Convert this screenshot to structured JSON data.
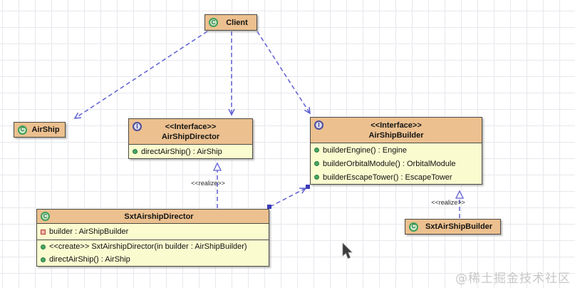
{
  "canvas": {
    "watermark": "@稀土掘金技术社区"
  },
  "colors": {
    "header_bg": "#ecc08f",
    "body_bg": "#fbfbd0",
    "border": "#4b4b44",
    "arrow": "#5f5fd3",
    "class_icon_green": "#3f9e5a",
    "interface_icon_indigo": "#4d4d99",
    "field_icon_red": "#b23a2f"
  },
  "icons": {
    "class_letter": "C",
    "interface_letter": "I"
  },
  "nodes": {
    "client": {
      "kind": "class",
      "name": "Client"
    },
    "airship": {
      "kind": "class",
      "name": "AirShip"
    },
    "airshipdirector": {
      "kind": "interface",
      "stereotype": "<<Interface>>",
      "name": "AirShipDirector",
      "methods": [
        "directAirShip() : AirShip"
      ]
    },
    "airshipbuilder": {
      "kind": "interface",
      "stereotype": "<<Interface>>",
      "name": "AirShipBuilder",
      "methods": [
        "builderEngine() : Engine",
        "builderOrbitalModule() : OrbitalModule",
        "builderEscapeTower() : EscapeTower"
      ]
    },
    "sxtairshipdirector": {
      "kind": "class",
      "name": "SxtAirshipDirector",
      "fields": [
        "builder : AirShipBuilder"
      ],
      "methods": [
        "<<create>> SxtAirshipDirector(in builder : AirShipBuilder)",
        "directAirShip() : AirShip"
      ]
    },
    "sxtairshipbuilder": {
      "kind": "class",
      "name": "SxtAirShipBuilder"
    }
  },
  "edges": {
    "realize_label": "<<realize>>",
    "relations": [
      {
        "from": "Client",
        "to": "AirShip",
        "type": "dependency"
      },
      {
        "from": "Client",
        "to": "AirShipDirector",
        "type": "dependency"
      },
      {
        "from": "Client",
        "to": "AirShipBuilder",
        "type": "dependency"
      },
      {
        "from": "SxtAirshipDirector",
        "to": "AirShipDirector",
        "type": "realize"
      },
      {
        "from": "SxtAirShipBuilder",
        "to": "AirShipBuilder",
        "type": "realize"
      },
      {
        "from": "SxtAirshipDirector",
        "to": "AirShipBuilder",
        "type": "dependency"
      }
    ]
  }
}
